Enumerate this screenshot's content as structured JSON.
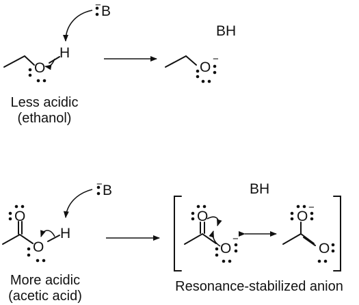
{
  "reaction_top": {
    "base_atom": "B",
    "base_charge": "−",
    "product_label": "BH",
    "oxygen": "O",
    "hydrogen": "H",
    "product_oxygen": "O",
    "product_charge": "−",
    "caption_line1": "Less acidic",
    "caption_line2": "(ethanol)"
  },
  "reaction_bottom": {
    "base_atom": "B",
    "base_charge": "−",
    "product_label": "BH",
    "carbonyl_oxygen": "O",
    "hydroxyl_oxygen": "O",
    "hydrogen": "H",
    "res1_top_oxygen": "O",
    "res1_bottom_oxygen": "O",
    "res1_charge": "−",
    "res2_top_oxygen": "O",
    "res2_top_charge": "−",
    "res2_bottom_oxygen": "O",
    "caption_line1": "More acidic",
    "caption_line2": "(acetic acid)",
    "resonance_caption": "Resonance-stabilized anion"
  }
}
